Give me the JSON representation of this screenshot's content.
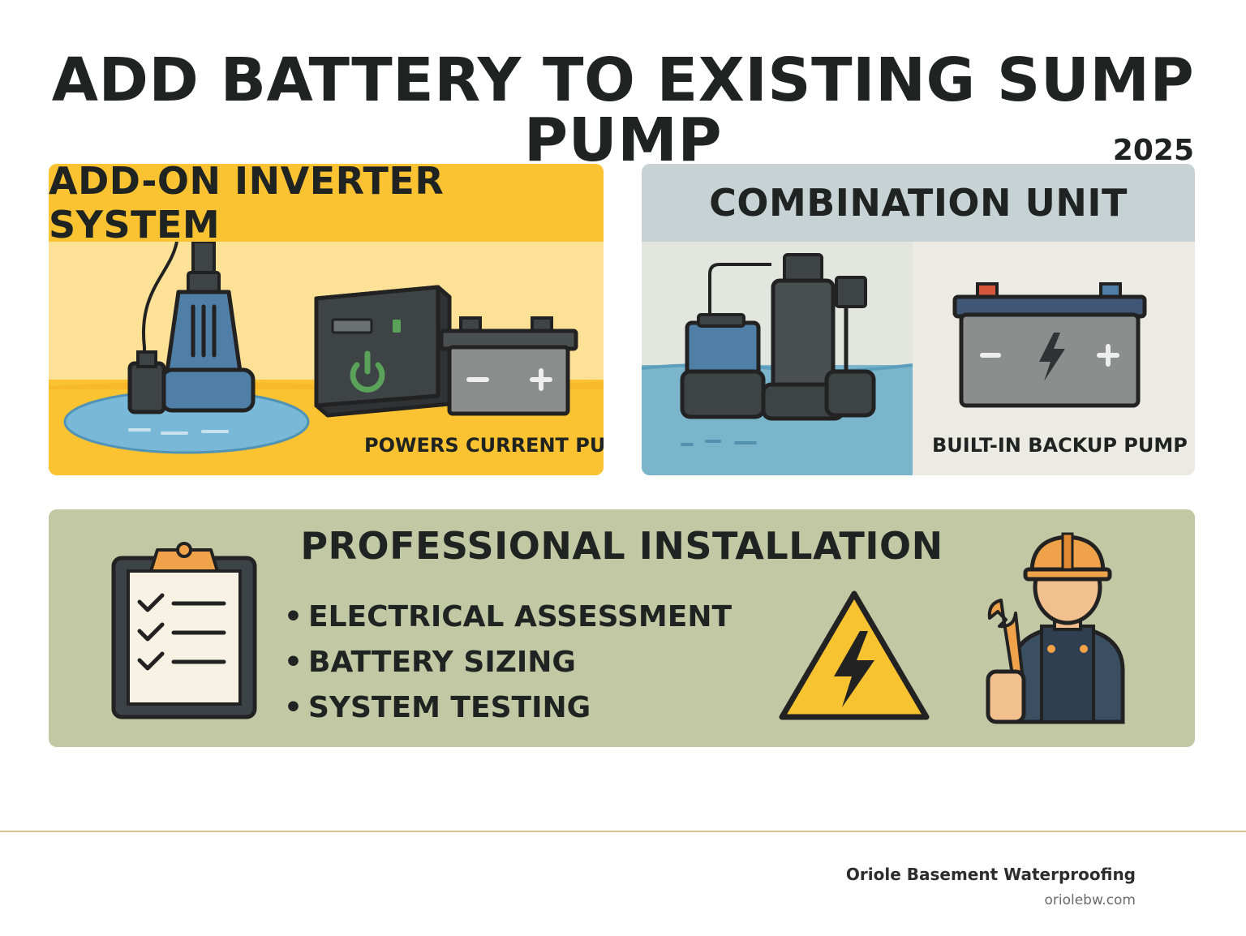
{
  "header": {
    "title": "ADD BATTERY TO EXISTING SUMP PUMP",
    "year": "2025"
  },
  "panels": [
    {
      "title": "ADD-ON INVERTER SYSTEM",
      "caption": "POWERS CURRENT PUMP",
      "accent": "#fbc332",
      "icons": [
        "submersible-pump-icon",
        "inverter-icon",
        "power-icon",
        "battery-icon"
      ]
    },
    {
      "title": "COMBINATION UNIT",
      "caption": "BUILT-IN BACKUP PUMP",
      "accent": "#c7d2d4",
      "icons": [
        "combination-pump-icon",
        "battery-icon",
        "lightning-icon"
      ]
    }
  ],
  "installation": {
    "title": "PROFESSIONAL INSTALLATION",
    "items": [
      "ELECTRICAL  ASSESSMENT",
      "BATTERY SIZING",
      "SYSTEM TESTING"
    ],
    "accent": "#c3c8a4",
    "icons": [
      "clipboard-checklist-icon",
      "high-voltage-warning-icon",
      "technician-icon"
    ]
  },
  "footer": {
    "brand": "Oriole Basement Waterproofing",
    "url": "oriolebw.com"
  }
}
